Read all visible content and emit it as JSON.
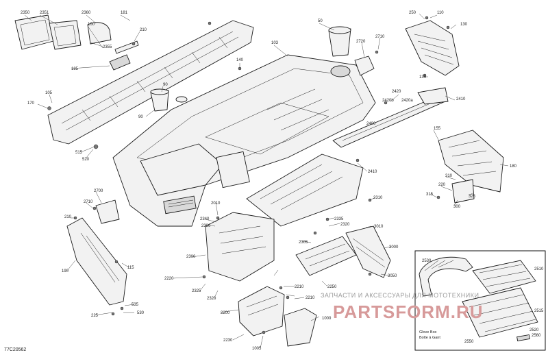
{
  "diagram_ref": "77C20562",
  "watermark": {
    "line1": "ЗАПЧАСТИ И АКСЕССУАРЫ ДЛЯ МОТОТЕХНИКИ",
    "logo": "PARTSFORM.RU"
  },
  "inset": {
    "note_line1": "Glove Box",
    "note_line2": "Boîte à Gant"
  },
  "callouts": [
    "2350",
    "2351",
    "2360",
    "2355",
    "181",
    "210",
    "100",
    "185",
    "105",
    "170",
    "515",
    "520",
    "90",
    "90",
    "140",
    "103",
    "50",
    "2720",
    "2710",
    "250",
    "110",
    "130",
    "135",
    "2420",
    "2420b",
    "2420a",
    "2410",
    "2400",
    "155",
    "180",
    "2410",
    "310",
    "220",
    "325",
    "315",
    "300",
    "2310",
    "2700",
    "2710",
    "210",
    "190",
    "115",
    "225",
    "535",
    "530",
    "2010",
    "2340",
    "2330",
    "2335",
    "2320",
    "3010",
    "2300",
    "2305",
    "3000",
    "2220",
    "2325",
    "2320",
    "2250",
    "3050",
    "2210",
    "2200",
    "2230",
    "1005",
    "2210",
    "1000",
    "2510",
    "2515",
    "2520",
    "2560",
    "2550",
    "2530"
  ]
}
